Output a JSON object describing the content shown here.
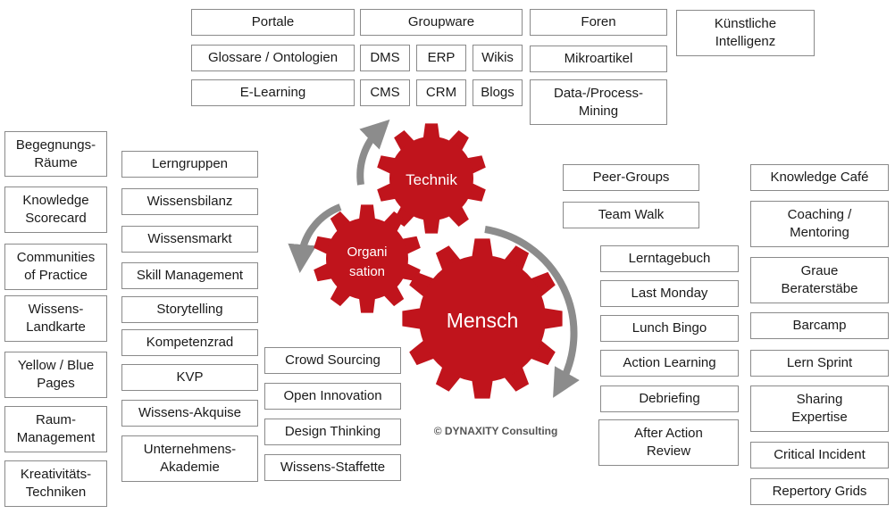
{
  "colors": {
    "gear": "#c0141c",
    "arrow": "#8c8c8c",
    "border": "#8a8a8a"
  },
  "top_row": {
    "portale": "Portale",
    "groupware": "Groupware",
    "foren": "Foren",
    "ki": "Künstliche\nIntelligenz",
    "glossare": "Glossare / Ontologien",
    "dms": "DMS",
    "erp": "ERP",
    "wikis": "Wikis",
    "mikroartikel": "Mikroartikel",
    "elearning": "E-Learning",
    "cms": "CMS",
    "crm": "CRM",
    "blogs": "Blogs",
    "mining": "Data-/Process-\nMining"
  },
  "left_col1": [
    "Begegnungs-\nRäume",
    "Knowledge\nScorecard",
    "Communities\nof Practice",
    "Wissens-\nLandkarte",
    "Yellow / Blue\nPages",
    "Raum-\nManagement",
    "Kreativitäts-\nTechniken"
  ],
  "left_col2": [
    "Lerngruppen",
    "Wissensbilanz",
    "Wissensmarkt",
    "Skill Management",
    "Storytelling",
    "Kompetenzrad",
    "KVP",
    "Wissens-Akquise",
    "Unternehmens-\nAkademie"
  ],
  "center_bottom": [
    "Crowd Sourcing",
    "Open Innovation",
    "Design Thinking",
    "Wissens-Staffette"
  ],
  "right_col1": {
    "peer": "Peer-Groups",
    "teamwalk": "Team Walk",
    "items": [
      "Lerntagebuch",
      "Last Monday",
      "Lunch Bingo",
      "Action Learning",
      "Debriefing",
      "After Action\nReview"
    ]
  },
  "right_col2": [
    "Knowledge Café",
    "Coaching /\nMentoring",
    "Graue\nBeraterstäbe",
    "Barcamp",
    "Lern Sprint",
    "Sharing\nExpertise",
    "Critical Incident",
    "Repertory Grids"
  ],
  "gears": {
    "technik": "Technik",
    "organisation_line1": "Organi",
    "organisation_line2": "sation",
    "mensch": "Mensch"
  },
  "copyright": "© DYNAXITY Consulting"
}
